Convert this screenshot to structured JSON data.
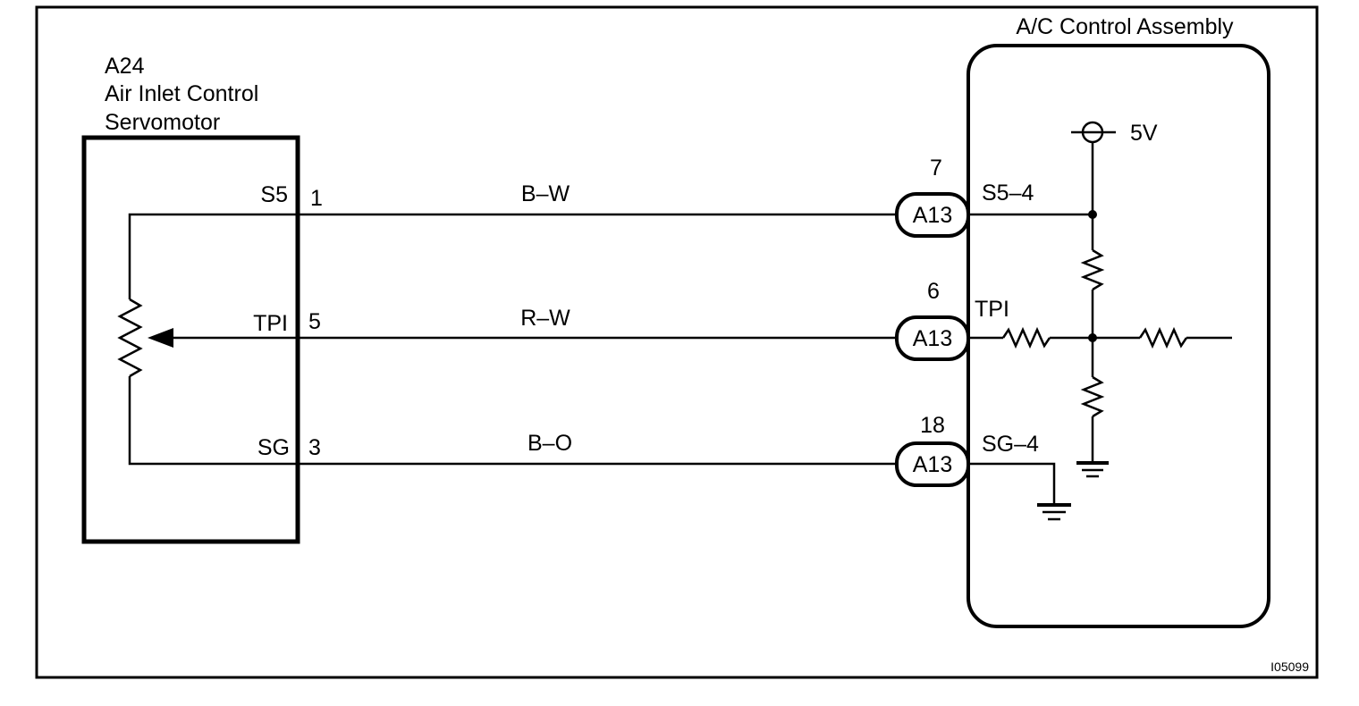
{
  "servomotor": {
    "code": "A24",
    "name_line1": "Air Inlet Control",
    "name_line2": "Servomotor"
  },
  "control_assembly": {
    "title": "A/C Control Assembly",
    "supply": "5V"
  },
  "wires": [
    {
      "terminal": "S5",
      "pin": "1",
      "color": "B–W",
      "connector_pin": "7",
      "connector": "A13",
      "ecu_terminal": "S5–4"
    },
    {
      "terminal": "TPI",
      "pin": "5",
      "color": "R–W",
      "connector_pin": "6",
      "connector": "A13",
      "ecu_terminal": "TPI"
    },
    {
      "terminal": "SG",
      "pin": "3",
      "color": "B–O",
      "connector_pin": "18",
      "connector": "A13",
      "ecu_terminal": "SG–4"
    }
  ],
  "figure_id": "I05099"
}
